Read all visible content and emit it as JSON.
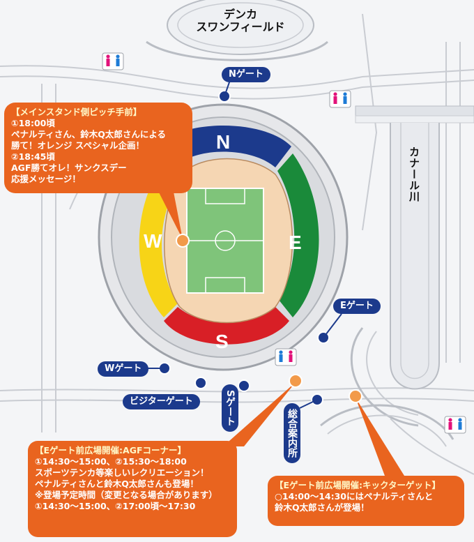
{
  "places": {
    "swan_field_line1": "デンカ",
    "swan_field_line2": "スワンフィールド",
    "canal_river": "カナール川"
  },
  "sectors": {
    "north": "N",
    "east": "E",
    "south": "S",
    "west": "W"
  },
  "gates": {
    "north": "Nゲート",
    "east": "Eゲート",
    "west": "Wゲート",
    "visitor": "ビジターゲート",
    "south": "Sゲート"
  },
  "info_center": "総合案内所",
  "callouts": {
    "main_stand": {
      "title": "【メインスタンド側ピッチ手前】",
      "lines": [
        "①18:00頃",
        "ペナルティさん、鈴木Q太郎さんによる",
        "勝て！オレンジ スペシャル企画！",
        "②18:45頃",
        "AGF勝てオレ！サンクスデー",
        "応援メッセージ！"
      ]
    },
    "agf_corner": {
      "title": "【Eゲート前広場開催:AGFコーナー】",
      "lines": [
        "①14:30～15:00、②15:30～18:00",
        "スポーツテンカ等楽しいレクリエーション！",
        "ペナルティさんと鈴木Q太郎さんも登場！",
        "※登場予定時間（変更となる場合があります）",
        "①14:30～15:00、②17:00頃～17:30"
      ]
    },
    "kick_target": {
      "title": "【Eゲート前広場開催:キックターゲット】",
      "lines": [
        "○14:00～14:30にはペナルティさんと",
        "鈴木Q太郎さんが登場！"
      ]
    }
  },
  "colors": {
    "north": "#1c3a8c",
    "east": "#1a8a3a",
    "south": "#d81f26",
    "west": "#f7d417",
    "callout": "#e9641f",
    "gate": "#1c3a8c",
    "pitch": "#7fc47a",
    "track": "#f5d6b3"
  },
  "icons": [
    "restroom-icon",
    "gate-marker-icon",
    "event-marker-icon"
  ]
}
